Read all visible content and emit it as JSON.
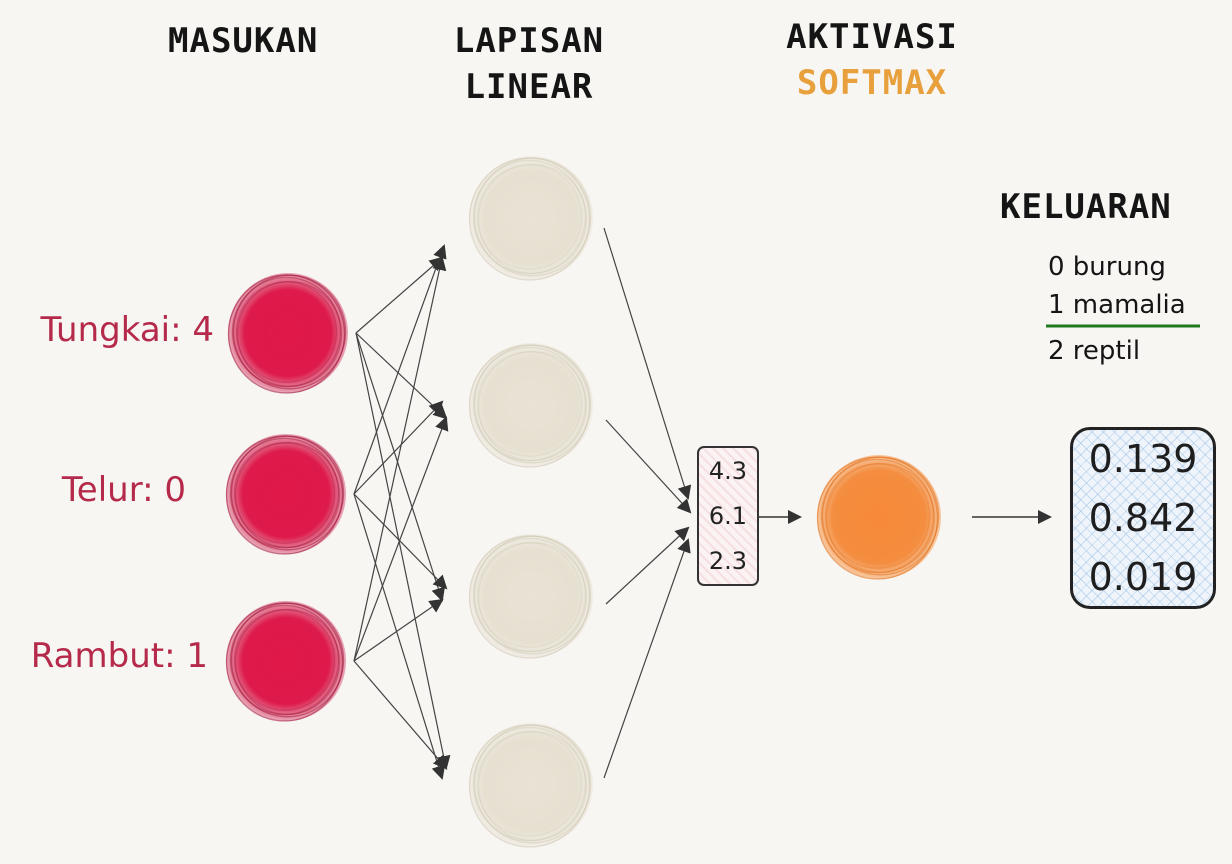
{
  "headings": {
    "input": "MASUKAN",
    "linear": [
      "LAPISAN",
      "LINEAR"
    ],
    "activation": "AKTIVASI",
    "softmax": "SOFTMAX",
    "output": "KELUARAN"
  },
  "inputs": [
    {
      "label": "Tungkai: 4"
    },
    {
      "label": "Telur: 0"
    },
    {
      "label": "Rambut: 1"
    }
  ],
  "legend": [
    "0 burung",
    "1 mamalia",
    "2 reptil"
  ],
  "logits": [
    "4.3",
    "6.1",
    "2.3"
  ],
  "probabilities": [
    "0.139",
    "0.842",
    "0.019"
  ],
  "highlighted_index": 1,
  "colors": {
    "input_node": "#e0184a",
    "hidden_node": "#ebe6d8",
    "softmax_node": "#f58b3a",
    "softmax_text": "#e8a03c",
    "input_text": "#b52a4a",
    "highlight": "#1f7a1f"
  }
}
